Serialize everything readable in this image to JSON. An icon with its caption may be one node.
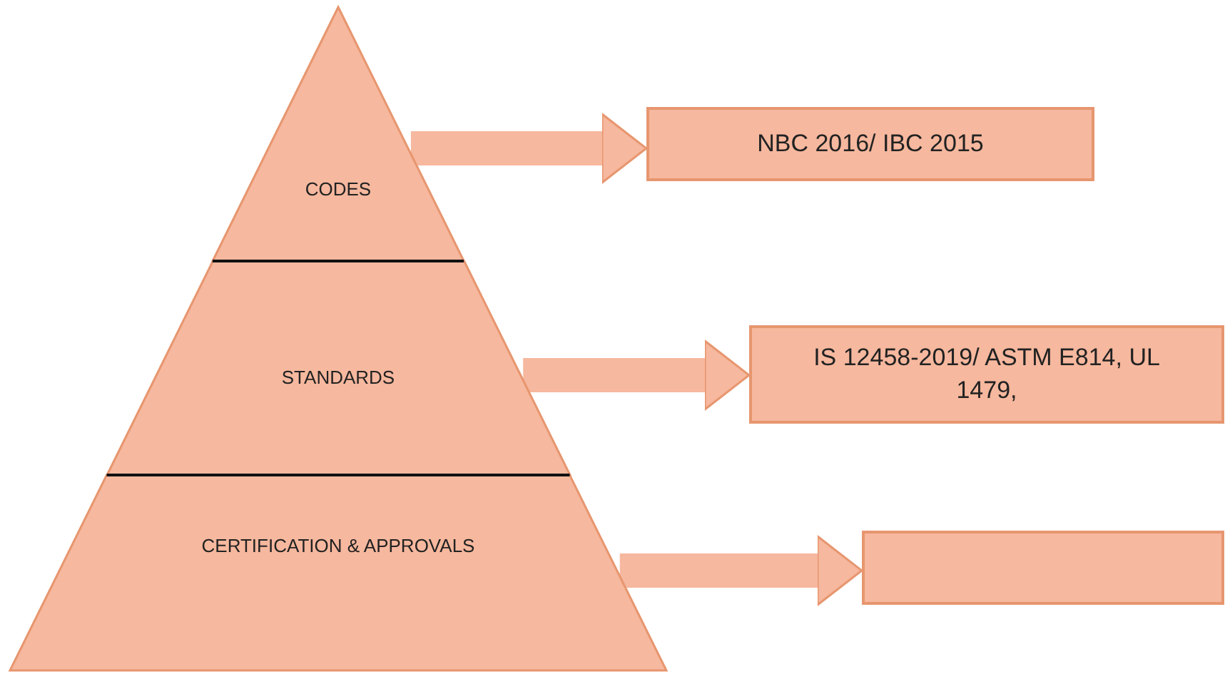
{
  "diagram": {
    "nodes": [
      {
        "text": [
          "CODES"
        ]
      },
      {
        "text": [
          "STANDARDS"
        ]
      },
      {
        "text": [
          "CERTIFICATION & APPROVALS"
        ]
      },
      {
        "text": [
          "NBC 2016/ IBC 2015"
        ]
      },
      {
        "text": [
          "IS 12458-2019/ ASTM E814, UL 1479,"
        ]
      },
      {
        "text": [],
        "shape": "box"
      }
    ],
    "edges": [
      {
        "from": 0,
        "to": 3,
        "arrow": "to"
      },
      {
        "from": 1,
        "to": 4,
        "arrow": "to"
      },
      {
        "from": 2,
        "to": 5,
        "arrow": "to"
      }
    ]
  }
}
